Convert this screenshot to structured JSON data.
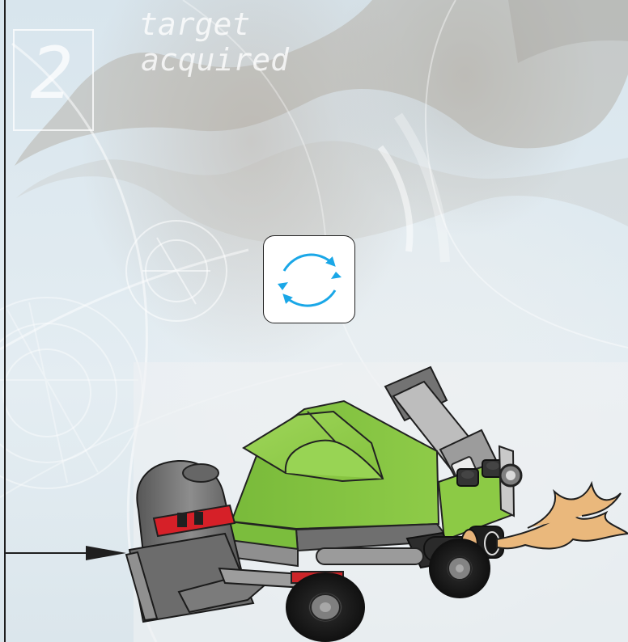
{
  "header": {
    "step_number": "2",
    "title_line_1": "target",
    "title_line_2": "acquired"
  },
  "instruction": {
    "icon": "rotate-model-icon"
  },
  "colors": {
    "background": "#dbe7ee",
    "arrow_blue": "#1aa7e7",
    "model_green": "#8fcb45",
    "model_gray": "#6d6d6d",
    "model_dark": "#2d2d2d",
    "accent_red": "#d62028",
    "flame": "#e8b57a"
  }
}
